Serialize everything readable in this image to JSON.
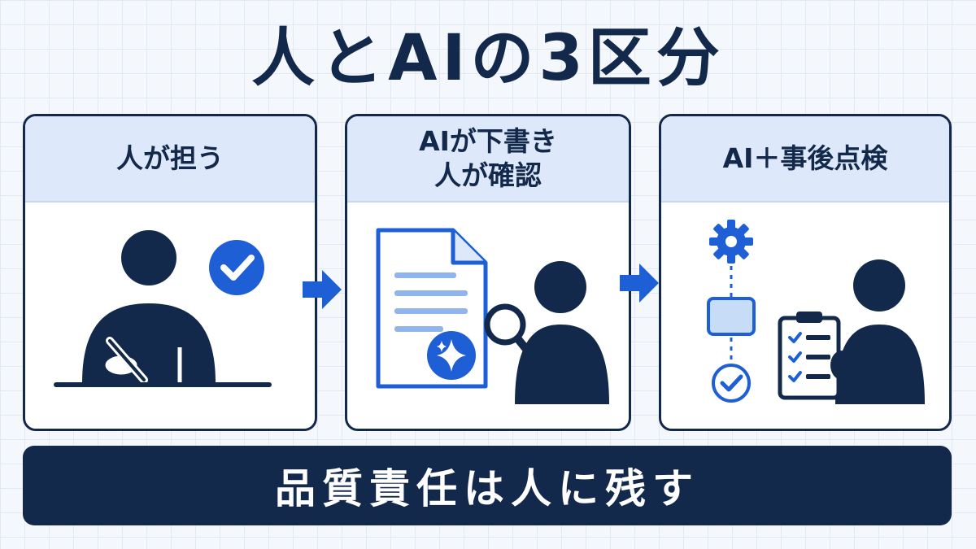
{
  "title": "人とAIの3区分",
  "panels": [
    {
      "header": "人が担う",
      "icons": [
        "person-icon",
        "checkmark-badge-icon",
        "pen-hand-icon"
      ]
    },
    {
      "header_lines": [
        "AIが下書き",
        "人が確認"
      ],
      "icons": [
        "document-icon",
        "sparkle-badge-icon",
        "magnifier-icon",
        "person-icon"
      ]
    },
    {
      "header": "AI＋事後点検",
      "icons": [
        "gear-icon",
        "process-box-icon",
        "checkmark-circle-icon",
        "clipboard-checklist-icon",
        "person-icon"
      ]
    }
  ],
  "footer": "品質責任は人に残す",
  "colors": {
    "navy": "#13294b",
    "accent_blue": "#1f5fd6",
    "header_tint": "#dde8fa",
    "light_blue": "#c6dcf7"
  }
}
